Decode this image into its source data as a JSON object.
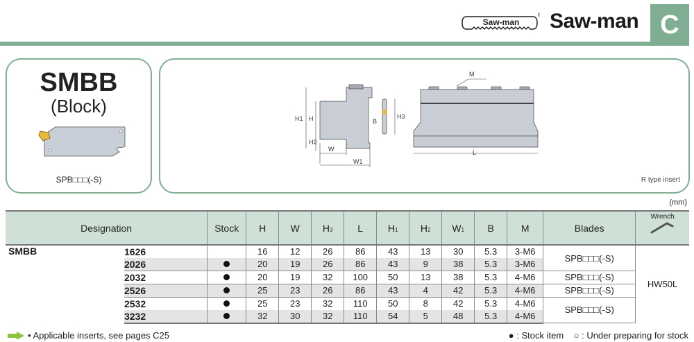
{
  "header": {
    "logo_text": "Saw-man",
    "registered": "®",
    "brand": "Saw-man",
    "section": "C"
  },
  "product": {
    "name": "SMBB",
    "subtitle": "(Block)",
    "blade": "SPB□□□(-S)"
  },
  "diagram": {
    "labels": {
      "h1": "H1",
      "h": "H",
      "h2": "H2",
      "w": "W",
      "w1": "W1",
      "b": "B",
      "h3": "H3",
      "m": "M",
      "l": "L"
    },
    "note": "R type insert"
  },
  "unit": "(mm)",
  "table": {
    "headers": {
      "designation": "Designation",
      "stock": "Stock",
      "h": "H",
      "w": "W",
      "h3": "H",
      "h3sub": "3",
      "l": "L",
      "h1": "H",
      "h1sub": "1",
      "h2": "H",
      "h2sub": "2",
      "w1": "W",
      "w1sub": "1",
      "b": "B",
      "m": "M",
      "blades": "Blades",
      "wrench": "Wrench"
    },
    "family": "SMBB",
    "rows": [
      {
        "code": "1626",
        "stock": false,
        "H": "16",
        "W": "12",
        "H3": "26",
        "L": "86",
        "H1": "43",
        "H2": "13",
        "W1": "30",
        "B": "5.3",
        "M": "3-M6"
      },
      {
        "code": "2026",
        "stock": true,
        "H": "20",
        "W": "19",
        "H3": "26",
        "L": "86",
        "H1": "43",
        "H2": "9",
        "W1": "38",
        "B": "5.3",
        "M": "3-M6"
      },
      {
        "code": "2032",
        "stock": true,
        "H": "20",
        "W": "19",
        "H3": "32",
        "L": "100",
        "H1": "50",
        "H2": "13",
        "W1": "38",
        "B": "5.3",
        "M": "4-M6"
      },
      {
        "code": "2526",
        "stock": true,
        "H": "25",
        "W": "23",
        "H3": "26",
        "L": "86",
        "H1": "43",
        "H2": "4",
        "W1": "42",
        "B": "5.3",
        "M": "4-M6"
      },
      {
        "code": "2532",
        "stock": true,
        "H": "25",
        "W": "23",
        "H3": "32",
        "L": "110",
        "H1": "50",
        "H2": "8",
        "W1": "42",
        "B": "5.3",
        "M": "4-M6"
      },
      {
        "code": "3232",
        "stock": true,
        "H": "32",
        "W": "30",
        "H3": "32",
        "L": "110",
        "H1": "54",
        "H2": "5",
        "W1": "48",
        "B": "5.3",
        "M": "4-M6"
      }
    ],
    "blades": [
      "SPB□□□(-S)",
      "SPB□□□(-S)",
      "SPB□□□(-S)",
      "SPB□□□(-S)"
    ],
    "wrench": "HW50L"
  },
  "footer": {
    "inserts_note": "• Applicable inserts, see pages C25",
    "legend_stock": "● : Stock item",
    "legend_prep": "○ : Under preparing for stock"
  },
  "colors": {
    "accent": "#7fae92",
    "header_bg": "#cfe0d6",
    "row_shade": "#e4e4e6"
  }
}
